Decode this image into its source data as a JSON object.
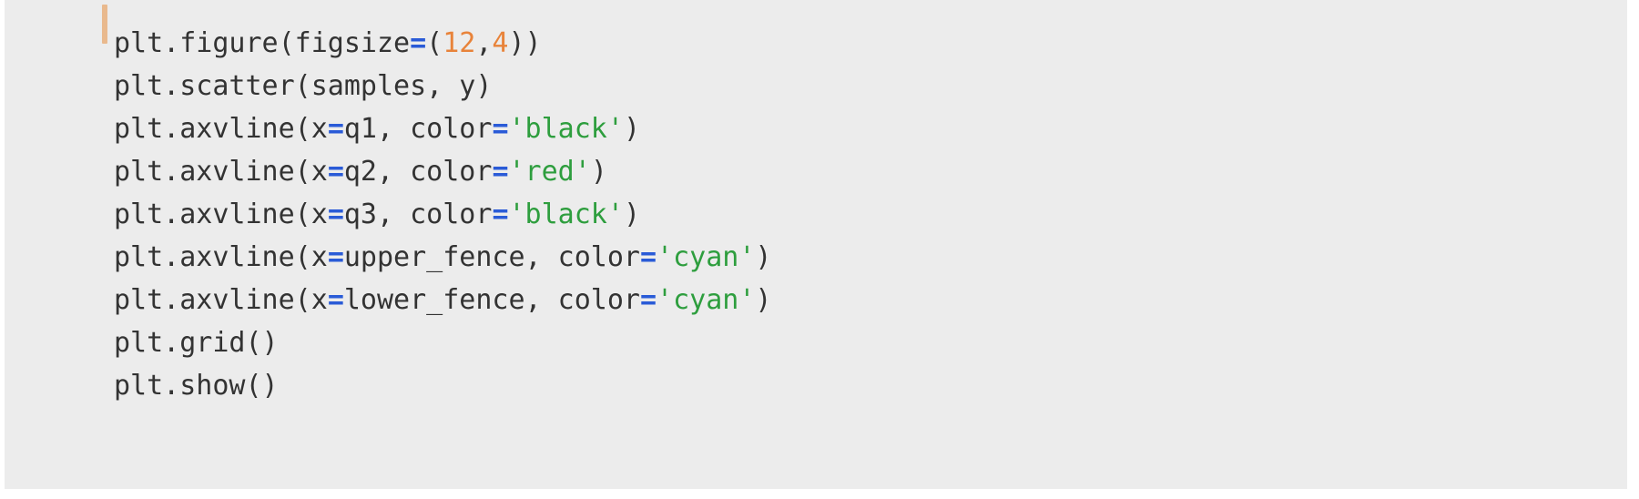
{
  "editor": {
    "language": "python",
    "background_color": "#ececec",
    "page_background_color": "#ffffff",
    "cursor_marker_color": "#e9b98d",
    "colors": {
      "plain": "#333333",
      "operator": "#2a5bd7",
      "string": "#2e9e3e",
      "number": "#e8833a"
    },
    "lines": [
      {
        "id": "line-1",
        "text": "plt.figure(figsize=(12,4))",
        "tokens": [
          {
            "t": "plt.figure(figsize",
            "k": "plain"
          },
          {
            "t": "=",
            "k": "operator"
          },
          {
            "t": "(",
            "k": "plain"
          },
          {
            "t": "12",
            "k": "number"
          },
          {
            "t": ",",
            "k": "plain"
          },
          {
            "t": "4",
            "k": "number"
          },
          {
            "t": "))",
            "k": "plain"
          }
        ]
      },
      {
        "id": "line-2",
        "text": "plt.scatter(samples, y)",
        "tokens": [
          {
            "t": "plt.scatter(samples, y)",
            "k": "plain"
          }
        ]
      },
      {
        "id": "line-3",
        "text": "plt.axvline(x=q1, color='black')",
        "tokens": [
          {
            "t": "plt.axvline(x",
            "k": "plain"
          },
          {
            "t": "=",
            "k": "operator"
          },
          {
            "t": "q1, color",
            "k": "plain"
          },
          {
            "t": "=",
            "k": "operator"
          },
          {
            "t": "'black'",
            "k": "string"
          },
          {
            "t": ")",
            "k": "plain"
          }
        ]
      },
      {
        "id": "line-4",
        "text": "plt.axvline(x=q2, color='red')",
        "tokens": [
          {
            "t": "plt.axvline(x",
            "k": "plain"
          },
          {
            "t": "=",
            "k": "operator"
          },
          {
            "t": "q2, color",
            "k": "plain"
          },
          {
            "t": "=",
            "k": "operator"
          },
          {
            "t": "'red'",
            "k": "string"
          },
          {
            "t": ")",
            "k": "plain"
          }
        ]
      },
      {
        "id": "line-5",
        "text": "plt.axvline(x=q3, color='black')",
        "tokens": [
          {
            "t": "plt.axvline(x",
            "k": "plain"
          },
          {
            "t": "=",
            "k": "operator"
          },
          {
            "t": "q3, color",
            "k": "plain"
          },
          {
            "t": "=",
            "k": "operator"
          },
          {
            "t": "'black'",
            "k": "string"
          },
          {
            "t": ")",
            "k": "plain"
          }
        ]
      },
      {
        "id": "line-6",
        "text": "plt.axvline(x=upper_fence, color='cyan')",
        "tokens": [
          {
            "t": "plt.axvline(x",
            "k": "plain"
          },
          {
            "t": "=",
            "k": "operator"
          },
          {
            "t": "upper_fence, color",
            "k": "plain"
          },
          {
            "t": "=",
            "k": "operator"
          },
          {
            "t": "'cyan'",
            "k": "string"
          },
          {
            "t": ")",
            "k": "plain"
          }
        ]
      },
      {
        "id": "line-7",
        "text": "plt.axvline(x=lower_fence, color='cyan')",
        "tokens": [
          {
            "t": "plt.axvline(x",
            "k": "plain"
          },
          {
            "t": "=",
            "k": "operator"
          },
          {
            "t": "lower_fence, color",
            "k": "plain"
          },
          {
            "t": "=",
            "k": "operator"
          },
          {
            "t": "'cyan'",
            "k": "string"
          },
          {
            "t": ")",
            "k": "plain"
          }
        ]
      },
      {
        "id": "line-8",
        "text": "plt.grid()",
        "tokens": [
          {
            "t": "plt.grid()",
            "k": "plain"
          }
        ]
      },
      {
        "id": "line-9",
        "text": "plt.show()",
        "tokens": [
          {
            "t": "plt.show()",
            "k": "plain"
          }
        ]
      }
    ]
  }
}
